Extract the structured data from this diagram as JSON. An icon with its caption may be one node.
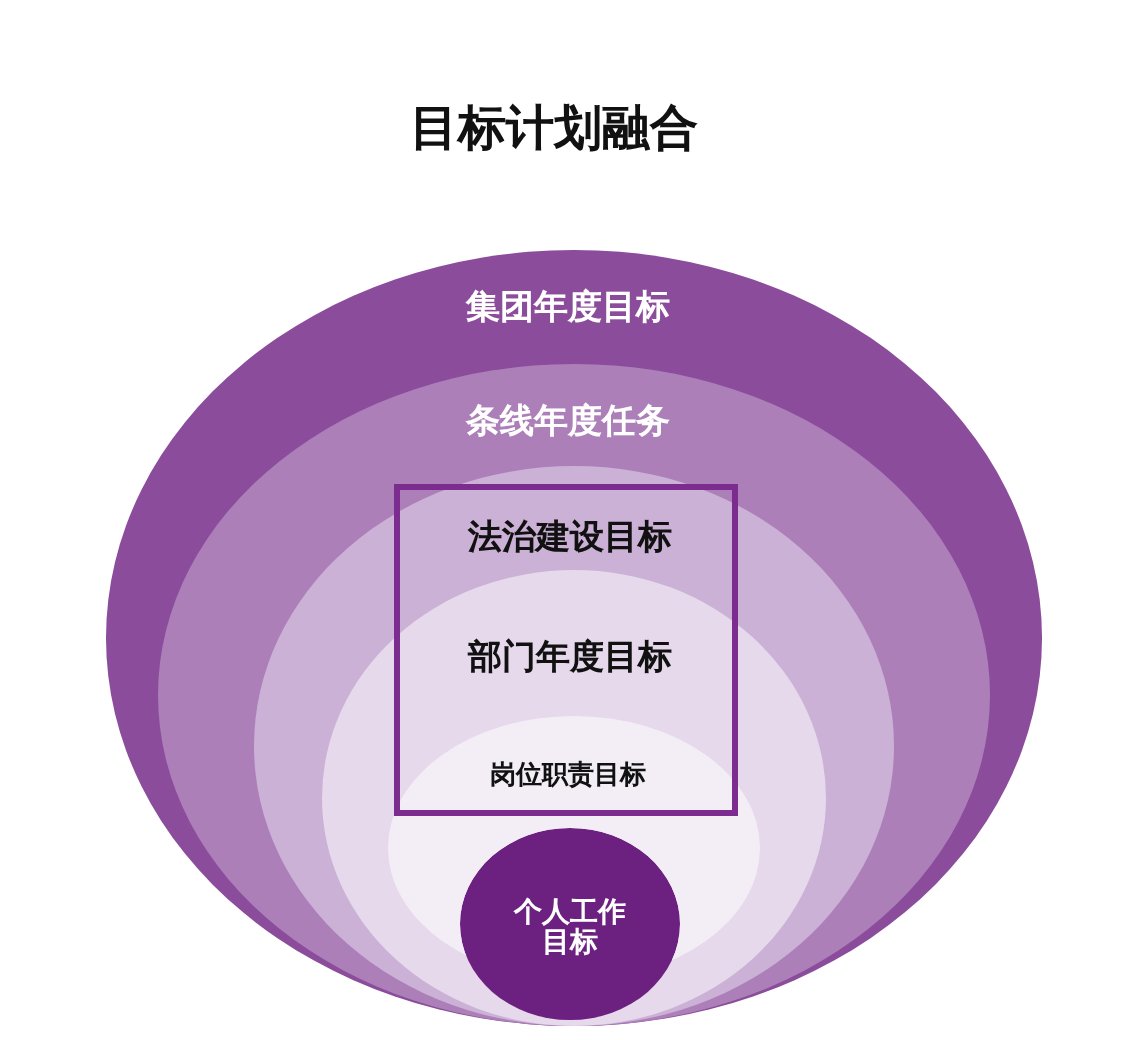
{
  "diagram": {
    "title": "目标计划融合",
    "nodes": [
      {
        "text": [
          "集团年度目标"
        ]
      },
      {
        "text": [
          "条线年度任务"
        ],
        "in": 0
      },
      {
        "text": [
          "法治建设目标"
        ],
        "in": 1
      },
      {
        "text": [
          "部门年度目标"
        ],
        "in": 2
      },
      {
        "text": [
          "岗位职责目标"
        ],
        "in": 3
      },
      {
        "text": [
          "个人工作目标"
        ],
        "in": 3
      }
    ]
  }
}
